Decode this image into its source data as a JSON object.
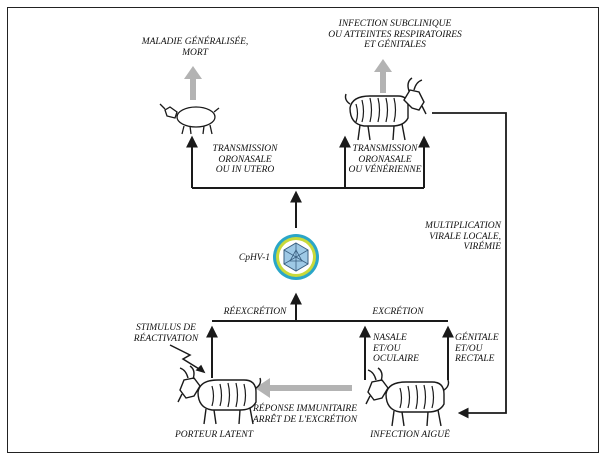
{
  "labels": {
    "maladie": "MALADIE GÉNÉRALISÉE,\nMORT",
    "infection_subclinique": "INFECTION SUBCLINIQUE\nOU ATTEINTES RESPIRATOIRES\nET GÉNITALES",
    "transmission_utero": "TRANSMISSION\nORONASALE\nOU IN UTERO",
    "transmission_venerienne": "TRANSMISSION\nORONASALE\nOU VÉNÉRIENNE",
    "multiplication": "MULTIPLICATION\nVIRALE LOCALE,\nVIRÉMIE",
    "cphv": "CpHV-1",
    "reexcretion": "RÉEXCRÉTION",
    "excretion": "EXCRÉTION",
    "stimulus": "STIMULUS  DE\nRÉACTIVATION",
    "nasale": "NASALE\nET/OU\nOCULAIRE",
    "genitale": "GÉNITALE\nET/OU\nRECTALE",
    "reponse": "RÉPONSE IMMUNITAIRE\nARRÊT DE L'EXCRÉTION",
    "porteur": "PORTEUR LATENT",
    "infection_aigue": "INFECTION AIGUË"
  },
  "colors": {
    "line": "#1a1a1a",
    "grey_arrow": "#b3b3b3",
    "virus_outer": "#2aa6c8",
    "virus_ring": "#c8d93a",
    "virus_core": "#9ec9e6"
  },
  "icons": [
    "kid-goat-icon",
    "adult-goat-icon",
    "virus-icon",
    "lightning-icon"
  ]
}
